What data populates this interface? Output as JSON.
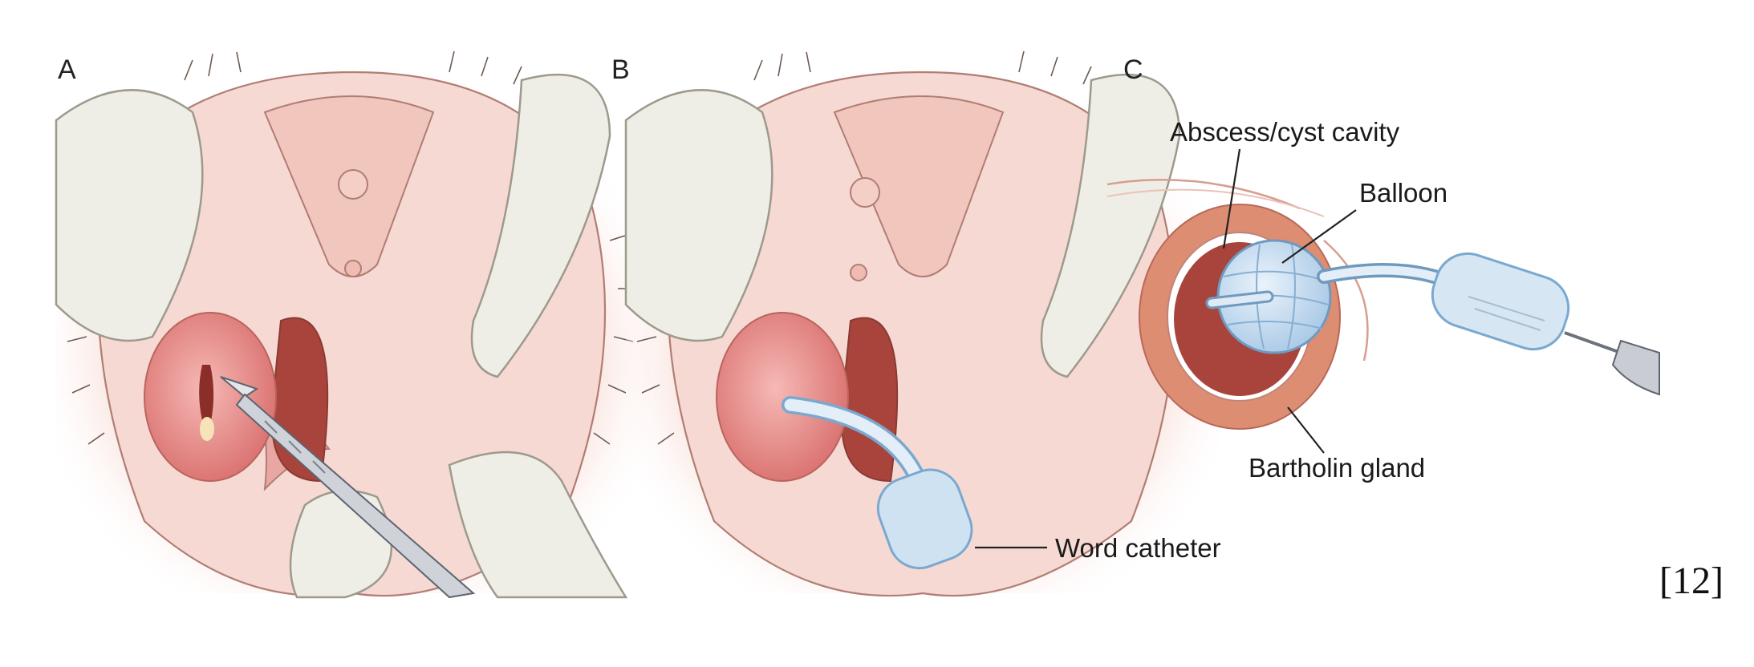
{
  "panels": {
    "a": {
      "letter": "A"
    },
    "b": {
      "letter": "B"
    },
    "c": {
      "letter": "C"
    }
  },
  "labels": {
    "word_catheter": "Word catheter",
    "abscess_cavity": "Abscess/cyst cavity",
    "balloon": "Balloon",
    "bartholin_gland": "Bartholin gland"
  },
  "citation": "[12]",
  "colors": {
    "skin": "#f6d9d2",
    "mucosa": "#e9a7a4",
    "cavity": "#a8443c",
    "gland": "#dc8d72",
    "glove": "#efeee6",
    "catheter": "#cfe2f1",
    "catheter_stroke": "#7aa8cf"
  }
}
